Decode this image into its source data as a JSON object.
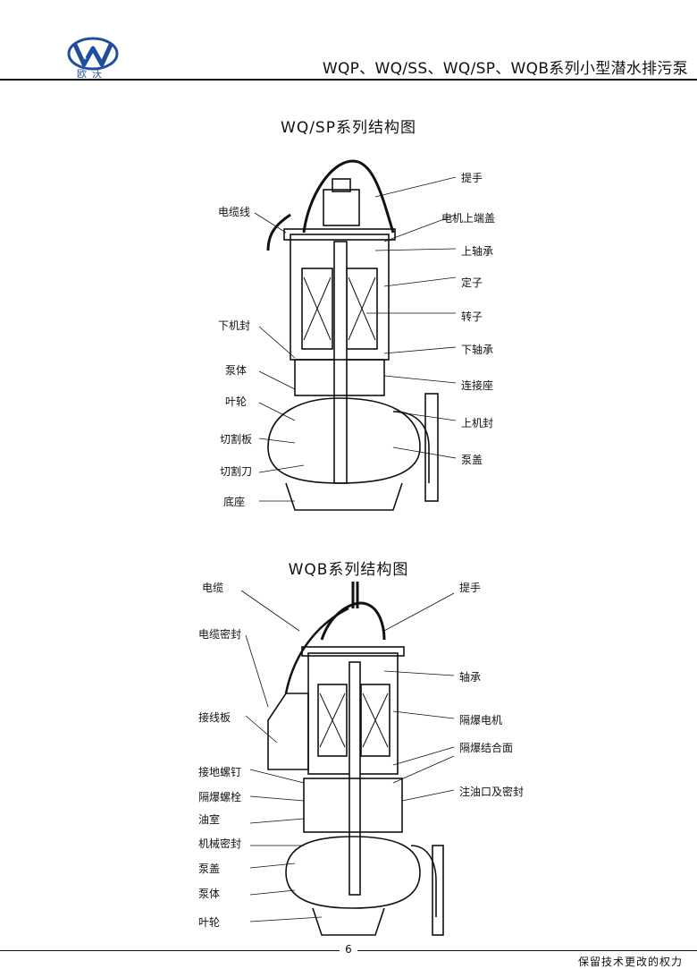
{
  "header": {
    "brand": "欧沃",
    "title": "WQP、WQ/SS、WQ/SP、WQB系列小型潜水排污泵"
  },
  "diagram1": {
    "title": "WQ/SP系列结构图",
    "labels_left": [
      "电缆线",
      "下机封",
      "泵体",
      "叶轮",
      "切割板",
      "切割刀",
      "底座"
    ],
    "labels_right": [
      "提手",
      "电机上端盖",
      "上轴承",
      "定子",
      "转子",
      "下轴承",
      "连接座",
      "上机封",
      "泵盖"
    ]
  },
  "diagram2": {
    "title": "WQB系列结构图",
    "labels_left": [
      "电缆",
      "电缆密封",
      "接线板",
      "接地螺钉",
      "隔爆螺栓",
      "油室",
      "机械密封",
      "泵盖",
      "泵体",
      "叶轮"
    ],
    "labels_right": [
      "提手",
      "轴承",
      "隔爆电机",
      "隔爆结合面",
      "注油口及密封"
    ]
  },
  "footer": {
    "page_number": "6",
    "note": "保留技术更改的权力"
  },
  "colors": {
    "logo_blue": "#1f4e9c",
    "line": "#111111"
  }
}
